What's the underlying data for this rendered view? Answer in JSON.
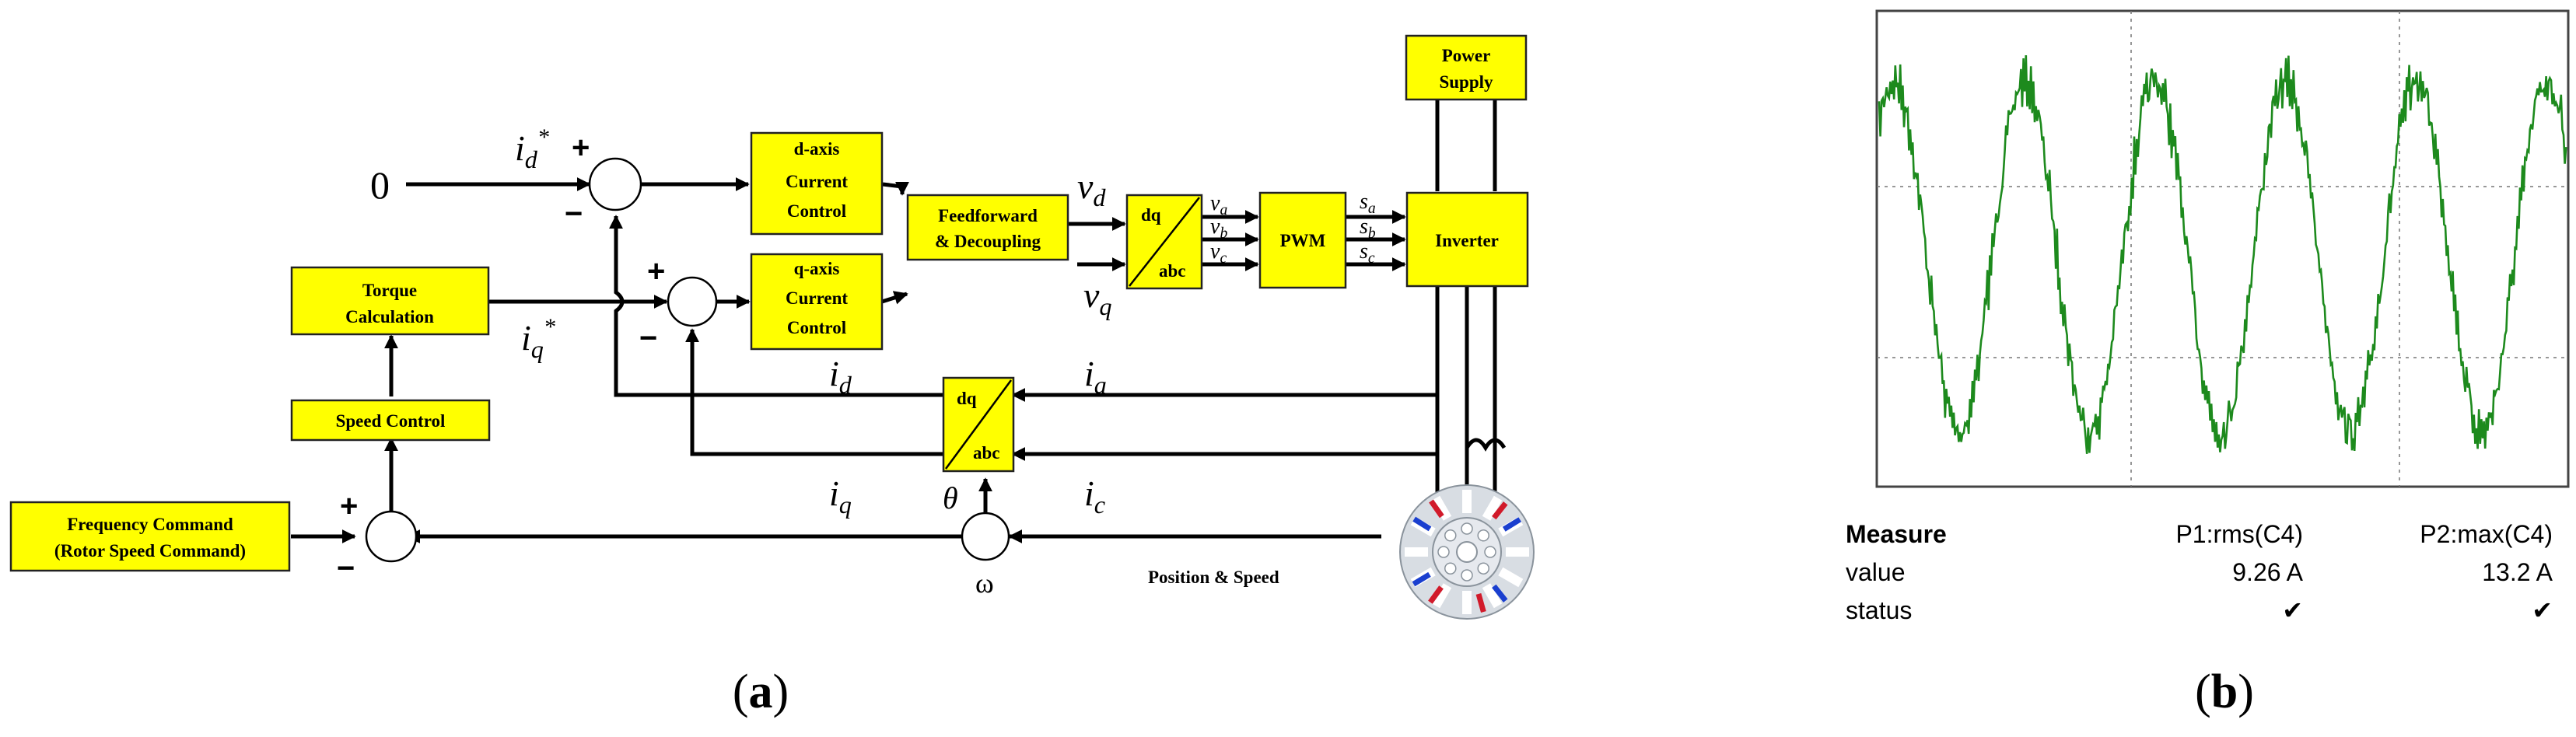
{
  "diagram": {
    "blocks": {
      "d_current": [
        "d-axis",
        "Current",
        "Control"
      ],
      "q_current": [
        "q-axis",
        "Current",
        "Control"
      ],
      "torque": [
        "Torque",
        "Calculation"
      ],
      "speed": "Speed Control",
      "freq": [
        "Frequency Command",
        "(Rotor Speed Command)"
      ],
      "ffd": [
        "Feedforward",
        "& Decoupling"
      ],
      "dq_abc": [
        "dq",
        "abc"
      ],
      "abc_dq": [
        "dq",
        "abc"
      ],
      "pwm": "PWM",
      "inverter": "Inverter",
      "power": [
        "Power",
        "Supply"
      ]
    },
    "labels": {
      "zero": "0",
      "position_speed": "Position & Speed",
      "omega": "ω",
      "theta": "θ",
      "i_d_star": {
        "base": "i",
        "sub": "d",
        "sup": "*"
      },
      "i_q_star": {
        "base": "i",
        "sub": "q",
        "sup": "*"
      },
      "i_d": {
        "base": "i",
        "sub": "d"
      },
      "i_q": {
        "base": "i",
        "sub": "q"
      },
      "i_a": {
        "base": "i",
        "sub": "a"
      },
      "i_c": {
        "base": "i",
        "sub": "c"
      },
      "v_d": {
        "base": "v",
        "sub": "d"
      },
      "v_q": {
        "base": "v",
        "sub": "q"
      },
      "v_a": {
        "base": "v",
        "sub": "a"
      },
      "v_b": {
        "base": "v",
        "sub": "b"
      },
      "v_c": {
        "base": "v",
        "sub": "c"
      },
      "s_a": {
        "base": "s",
        "sub": "a"
      },
      "s_b": {
        "base": "s",
        "sub": "b"
      },
      "s_c": {
        "base": "s",
        "sub": "c"
      }
    },
    "signs": {
      "plus": "+",
      "minus": "−"
    }
  },
  "scope": {
    "measure_title": "Measure",
    "row_value": "value",
    "row_status": "status",
    "p1_label": "P1:rms(C4)",
    "p1_value": "9.26 A",
    "p2_label": "P2:max(C4)",
    "p2_value": "13.2 A",
    "status_mark": "✔",
    "trace_color": "#1d8a1d"
  },
  "panels": {
    "a": {
      "open": "(",
      "letter": "a",
      "close": ")"
    },
    "b": {
      "open": "(",
      "letter": "b",
      "close": ")"
    }
  }
}
